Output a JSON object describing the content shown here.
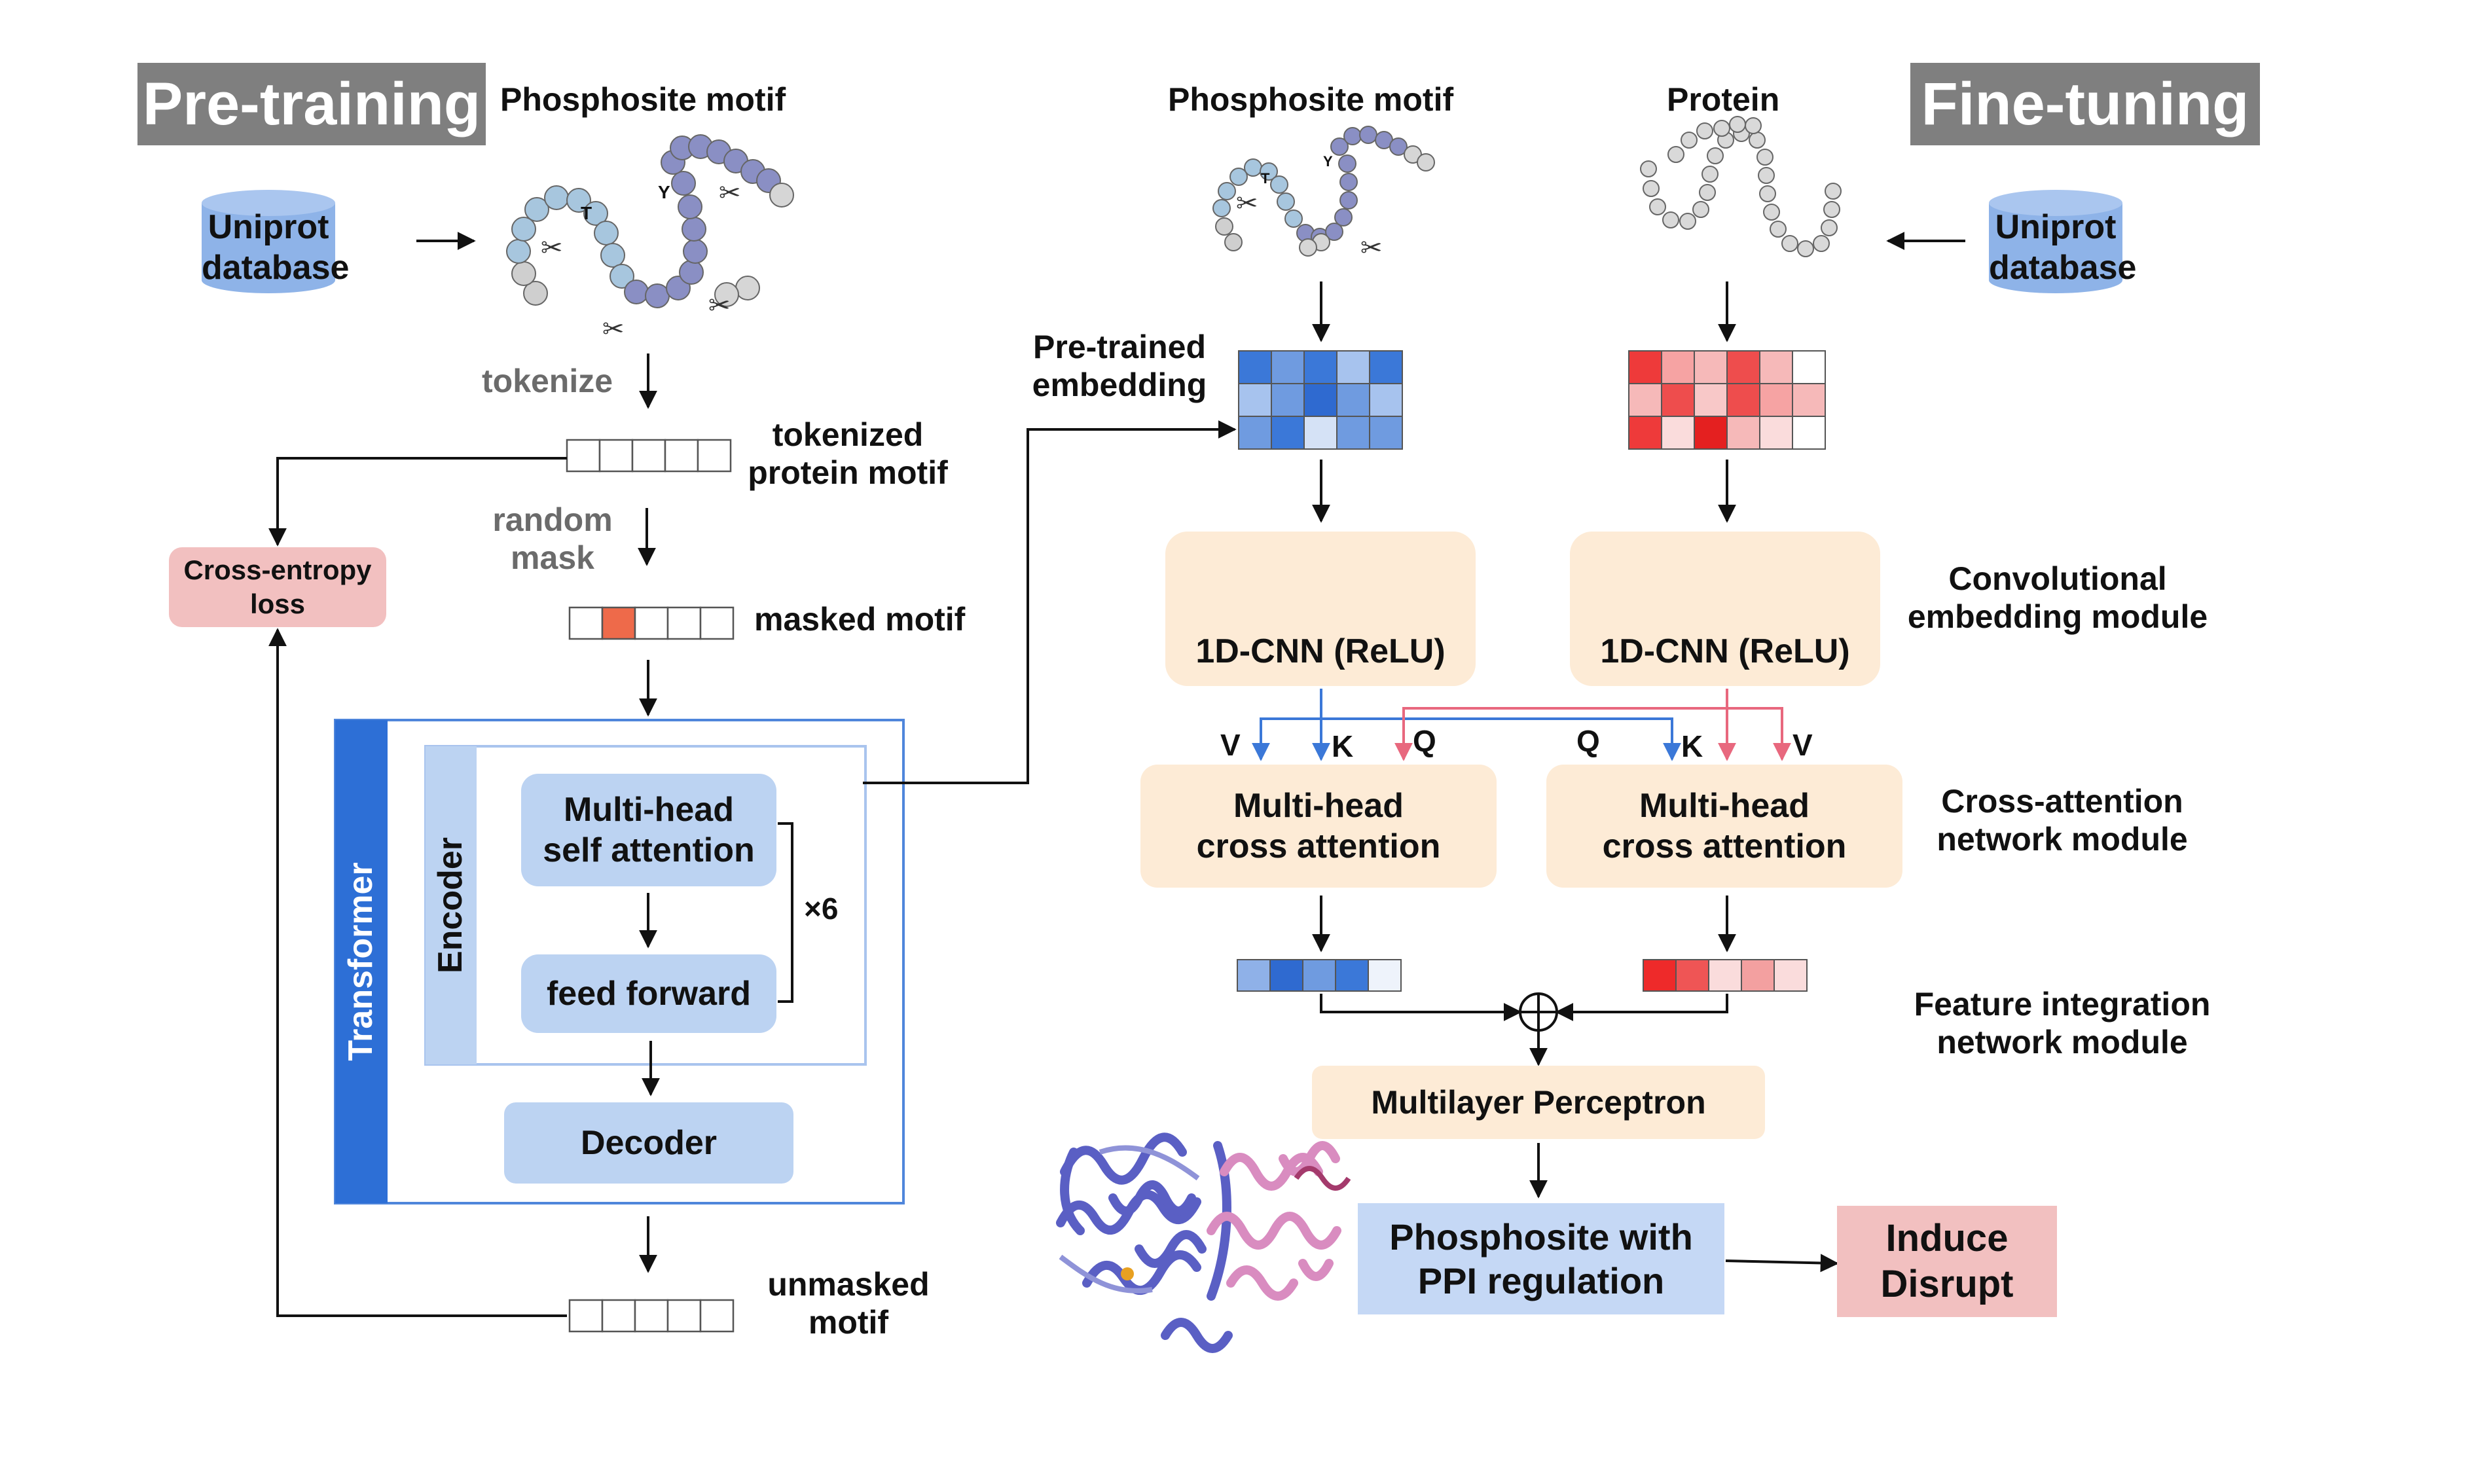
{
  "colors": {
    "tag_gray": "#7f7f7f",
    "db_blue": "#8eb3e8",
    "light_blue_box": "#bcd3f2",
    "peach_box": "#fdebd6",
    "loss_pink": "#f2c0c0",
    "transformer_blue": "#2d6fd6",
    "arrow_blue": "#3b78d8",
    "arrow_pink": "#e8687e",
    "mask_orange": "#ee6a4a"
  },
  "pretraining": {
    "tag": "Pre-training",
    "motif_title": "Phosphosite motif",
    "db_line1": "Uniprot",
    "db_line2": "database",
    "residue_labels": [
      "T",
      "Y"
    ],
    "tokenize": "tokenize",
    "tokenized": "tokenized\nprotein motif",
    "random_mask": "random\nmask",
    "masked": "masked motif",
    "loss": "Cross-entropy\nloss",
    "transformer": "Transformer",
    "encoder": "Encoder",
    "self_attention": "Multi-head\nself attention",
    "feed_forward": "feed forward",
    "repeat": "×6",
    "decoder": "Decoder",
    "unmasked": "unmasked\nmotif"
  },
  "finetuning": {
    "tag": "Fine-tuning",
    "motif_title": "Phosphosite motif",
    "protein_title": "Protein",
    "db_line1": "Uniprot",
    "db_line2": "database",
    "residue_labels": [
      "T",
      "Y"
    ],
    "pretrained_embedding": "Pre-trained\nembedding",
    "cnn_left": "1D-CNN (ReLU)",
    "cnn_right": "1D-CNN (ReLU)",
    "conv_module": "Convolutional\nembedding module",
    "qkv_left": [
      "V",
      "K",
      "Q"
    ],
    "qkv_right": [
      "Q",
      "K",
      "V"
    ],
    "cross_left": "Multi-head\ncross attention",
    "cross_right": "Multi-head\ncross attention",
    "cross_module": "Cross-attention\nnetwork module",
    "feature_module": "Feature integration\nnetwork module",
    "mlp": "Multilayer Perceptron",
    "output": "Phosphosite with\nPPI regulation",
    "result": "Induce\nDisrupt"
  },
  "embedding_grids": {
    "left": [
      [
        "#3b78d8",
        "#6f9be0",
        "#3b78d8",
        "#a7c3ee",
        "#3b78d8"
      ],
      [
        "#a7c3ee",
        "#6f9be0",
        "#2f6ad0",
        "#6f9be0",
        "#a7c3ee"
      ],
      [
        "#6f9be0",
        "#3b78d8",
        "#d5e2f6",
        "#6f9be0",
        "#6f9be0"
      ]
    ],
    "right": [
      [
        "#ee3a3a",
        "#f6a3a3",
        "#f6b9b9",
        "#ee4d4d",
        "#f6b9b9",
        "#ffffff"
      ],
      [
        "#f6b9b9",
        "#ee4d4d",
        "#f8c8c8",
        "#ee4d4d",
        "#f6a3a3",
        "#f6b9b9"
      ],
      [
        "#ee3a3a",
        "#fadcdc",
        "#e42020",
        "#f6b9b9",
        "#fadcdc",
        "#ffffff"
      ]
    ]
  },
  "feature_vectors": {
    "left": [
      "#8fb1e8",
      "#2f6ad0",
      "#6f9be0",
      "#3b78d8",
      "#eef3fb"
    ],
    "right": [
      "#ee2a2a",
      "#ef5555",
      "#fadcdc",
      "#f3a0a0",
      "#fadcdc"
    ]
  }
}
